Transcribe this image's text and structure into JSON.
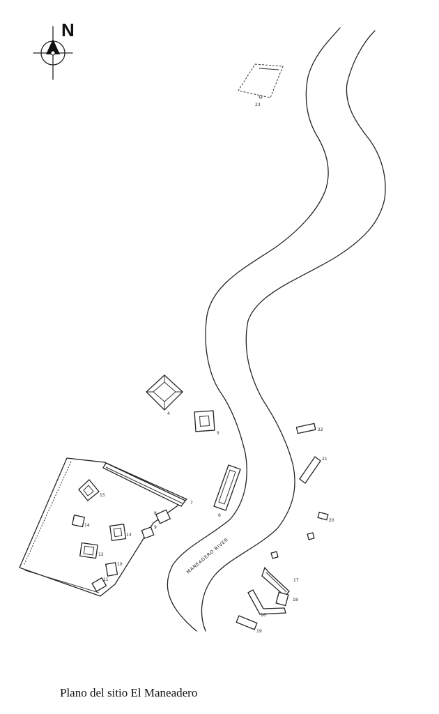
{
  "compass": {
    "label": "N"
  },
  "river": {
    "label": "MANEADERO RIVER"
  },
  "caption": "Plano del sitio El Maneadero",
  "structures": [
    {
      "id": "11",
      "label": "11"
    },
    {
      "id": "12",
      "label": "12"
    },
    {
      "id": "13",
      "label": "13"
    },
    {
      "id": "14",
      "label": "14"
    },
    {
      "id": "15",
      "label": "15"
    },
    {
      "id": "4",
      "label": "4"
    },
    {
      "id": "5",
      "label": "5"
    },
    {
      "id": "6",
      "label": "6"
    },
    {
      "id": "7",
      "label": "7"
    },
    {
      "id": "8",
      "label": "8"
    },
    {
      "id": "9",
      "label": "9"
    },
    {
      "id": "10",
      "label": "10"
    },
    {
      "id": "16",
      "label": "16"
    },
    {
      "id": "17",
      "label": "17"
    },
    {
      "id": "18",
      "label": "18"
    },
    {
      "id": "19",
      "label": "19"
    },
    {
      "id": "20",
      "label": "20"
    },
    {
      "id": "21",
      "label": "21"
    },
    {
      "id": "22",
      "label": "22"
    },
    {
      "id": "23",
      "label": "23"
    }
  ]
}
